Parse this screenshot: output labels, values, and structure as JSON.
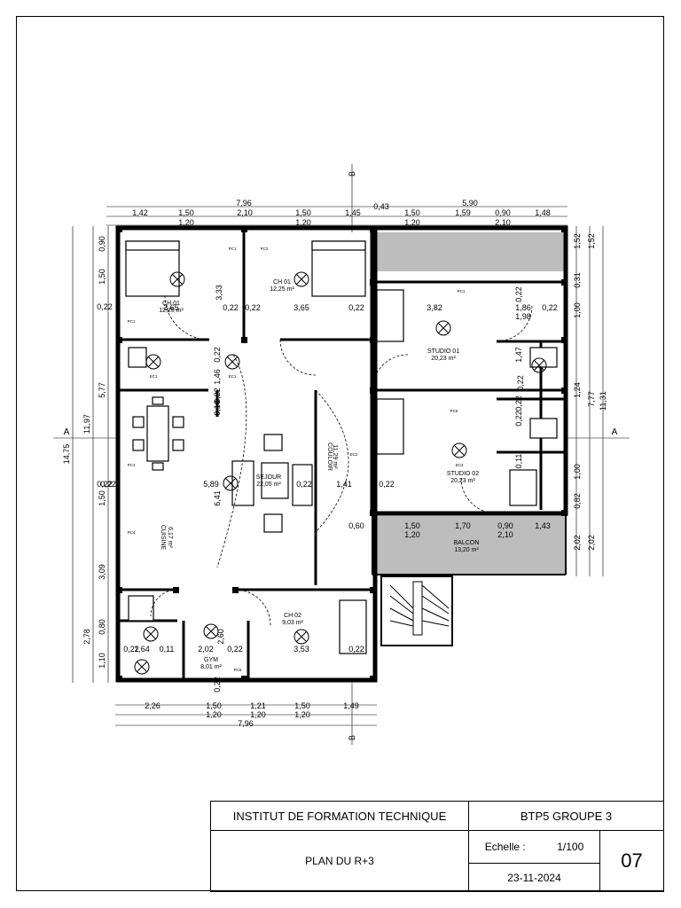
{
  "rooms": [
    {
      "name": "CH 01",
      "area": "12,25 m²"
    },
    {
      "name": "CH 01",
      "area": "12,25 m²"
    },
    {
      "name": "STUDIO 01",
      "area": "20,23 m²"
    },
    {
      "name": "STUDIO 02",
      "area": "20,23 m²"
    },
    {
      "name": "SEJOUR",
      "area": "22,05 m²"
    },
    {
      "name": "COULOIR",
      "area": "11,29 m²"
    },
    {
      "name": "CUISINE",
      "area": "6,17 m²"
    },
    {
      "name": "CH 02",
      "area": "9,03 m²"
    },
    {
      "name": "GYM",
      "area": "8,01 m²"
    },
    {
      "name": "BALCON",
      "area": "13,20 m²"
    }
  ],
  "dims": {
    "top_total_left": "7,96",
    "top_total_right": "5,90",
    "top_gap": "0,43",
    "top_row1": [
      "1,42",
      "1,50",
      "2,10",
      "1,50",
      "1,45",
      "1,50",
      "1,59",
      "0,90",
      "1,48"
    ],
    "top_row2": [
      "1,20",
      "1,20",
      "1,20",
      "2,10"
    ],
    "bottom_row1": [
      "2,26",
      "1,50",
      "1,21",
      "1,50",
      "1,49"
    ],
    "bottom_row2": [
      "1,20",
      "1,20",
      "1,20"
    ],
    "bottom_total": "7,96",
    "left_total": "14,75",
    "left_sub": "11,97",
    "left_lower": "2,78",
    "left_row": [
      "0,90",
      "1,50",
      "0,22",
      "5,77",
      "0,22",
      "1,50",
      "3,09",
      "0,80",
      "1,10"
    ],
    "right_top": "1,52",
    "right_mid": "11,31",
    "right_sub": "7,77",
    "right_bottom": "2,02",
    "right_row": [
      "1,52",
      "0,31",
      "1,00",
      "1,24",
      "1,00",
      "0,82",
      "2,02"
    ],
    "interior": [
      "3,65",
      "0,22",
      "3,33",
      "0,22",
      "3,65",
      "0,22",
      "3,82",
      "1,86",
      "0,22",
      "1,98",
      "0,22",
      "0,22",
      "1,46",
      "0,22",
      "0,10",
      "0,22",
      "5,89",
      "0,22",
      "6,41",
      "1,41",
      "0,22",
      "0,22",
      "0,60",
      "1,50",
      "1,70",
      "0,90",
      "1,43",
      "1,20",
      "2,10",
      "0,22",
      "1,64",
      "0,11",
      "2,02",
      "0,22",
      "3,53",
      "0,22",
      "2,60",
      "0,22",
      "0,11",
      "0,22",
      "1,47",
      "0,22"
    ],
    "section_mark": "A",
    "section_mark_b": "B"
  },
  "symbols": {
    "pc": "PC1",
    "pc_alt": [
      "PC2",
      "PC3",
      "PC4",
      "PC5",
      "PC6"
    ],
    "ec": "EC1",
    "ec_alt": [
      "EC2",
      "EC3"
    ]
  },
  "title_block": {
    "institute": "INSTITUT DE FORMATION TECHNIQUE",
    "group": "BTP5 GROUPE 3",
    "drawing_title": "PLAN DU R+3",
    "scale_label": "Echelle :",
    "scale_value": "1/100",
    "date": "23-11-2024",
    "sheet_number": "07"
  }
}
